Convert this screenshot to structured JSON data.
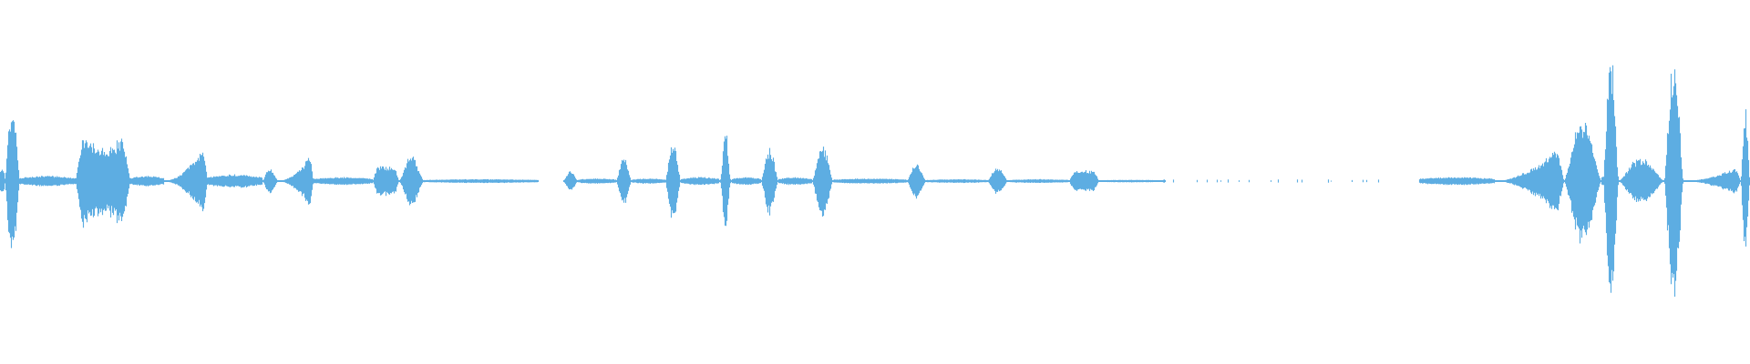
{
  "waveform": {
    "color": "#5dade2",
    "background": "#ffffff",
    "baseline_level": 0.01,
    "segments": [
      {
        "start": 0.0,
        "end": 0.0025,
        "peak": 0.1,
        "shape": "flat"
      },
      {
        "start": 0.0025,
        "end": 0.0115,
        "peak": 0.58,
        "shape": "swell"
      },
      {
        "start": 0.0115,
        "end": 0.043,
        "peak": 0.04,
        "shape": "flat"
      },
      {
        "start": 0.043,
        "end": 0.0745,
        "peak": 0.36,
        "shape": "bowl"
      },
      {
        "start": 0.0745,
        "end": 0.094,
        "peak": 0.04,
        "shape": "flat"
      },
      {
        "start": 0.094,
        "end": 0.119,
        "peak": 0.3,
        "shape": "ramp"
      },
      {
        "start": 0.119,
        "end": 0.15,
        "peak": 0.05,
        "shape": "flat"
      },
      {
        "start": 0.15,
        "end": 0.159,
        "peak": 0.1,
        "shape": "swell"
      },
      {
        "start": 0.159,
        "end": 0.179,
        "peak": 0.23,
        "shape": "ramp"
      },
      {
        "start": 0.179,
        "end": 0.213,
        "peak": 0.03,
        "shape": "flat"
      },
      {
        "start": 0.213,
        "end": 0.228,
        "peak": 0.11,
        "shape": "plateau"
      },
      {
        "start": 0.228,
        "end": 0.242,
        "peak": 0.19,
        "shape": "swell"
      },
      {
        "start": 0.242,
        "end": 0.308,
        "peak": 0.015,
        "shape": "flat"
      },
      {
        "start": 0.322,
        "end": 0.33,
        "peak": 0.08,
        "shape": "swell"
      },
      {
        "start": 0.33,
        "end": 0.352,
        "peak": 0.02,
        "shape": "flat"
      },
      {
        "start": 0.352,
        "end": 0.361,
        "peak": 0.19,
        "shape": "swell"
      },
      {
        "start": 0.361,
        "end": 0.38,
        "peak": 0.02,
        "shape": "flat"
      },
      {
        "start": 0.38,
        "end": 0.389,
        "peak": 0.31,
        "shape": "swell"
      },
      {
        "start": 0.389,
        "end": 0.411,
        "peak": 0.03,
        "shape": "flat"
      },
      {
        "start": 0.411,
        "end": 0.418,
        "peak": 0.4,
        "shape": "spike"
      },
      {
        "start": 0.418,
        "end": 0.435,
        "peak": 0.03,
        "shape": "flat"
      },
      {
        "start": 0.435,
        "end": 0.445,
        "peak": 0.25,
        "shape": "swell"
      },
      {
        "start": 0.445,
        "end": 0.464,
        "peak": 0.03,
        "shape": "flat"
      },
      {
        "start": 0.464,
        "end": 0.476,
        "peak": 0.27,
        "shape": "swell"
      },
      {
        "start": 0.476,
        "end": 0.518,
        "peak": 0.02,
        "shape": "flat"
      },
      {
        "start": 0.518,
        "end": 0.529,
        "peak": 0.13,
        "shape": "swell"
      },
      {
        "start": 0.529,
        "end": 0.564,
        "peak": 0.015,
        "shape": "flat"
      },
      {
        "start": 0.564,
        "end": 0.576,
        "peak": 0.1,
        "shape": "swell"
      },
      {
        "start": 0.576,
        "end": 0.611,
        "peak": 0.015,
        "shape": "flat"
      },
      {
        "start": 0.611,
        "end": 0.628,
        "peak": 0.08,
        "shape": "plateau"
      },
      {
        "start": 0.628,
        "end": 0.664,
        "peak": 0.01,
        "shape": "flat"
      },
      {
        "start": 0.664,
        "end": 0.666,
        "peak": 0.015,
        "shape": "swell"
      },
      {
        "start": 0.666,
        "end": 0.788,
        "peak": 0.008,
        "shape": "sparse"
      },
      {
        "start": 0.811,
        "end": 0.854,
        "peak": 0.03,
        "shape": "flat"
      },
      {
        "start": 0.854,
        "end": 0.894,
        "peak": 0.3,
        "shape": "ramp"
      },
      {
        "start": 0.894,
        "end": 0.915,
        "peak": 0.48,
        "shape": "swell"
      },
      {
        "start": 0.915,
        "end": 0.916,
        "peak": 0.04,
        "shape": "flat"
      },
      {
        "start": 0.916,
        "end": 0.925,
        "peak": 0.98,
        "shape": "swell"
      },
      {
        "start": 0.925,
        "end": 0.951,
        "peak": 0.18,
        "shape": "swell"
      },
      {
        "start": 0.951,
        "end": 0.962,
        "peak": 0.95,
        "shape": "swell"
      },
      {
        "start": 0.962,
        "end": 0.995,
        "peak": 0.12,
        "shape": "ramp"
      },
      {
        "start": 0.995,
        "end": 1.0,
        "peak": 0.55,
        "shape": "swell"
      }
    ]
  }
}
